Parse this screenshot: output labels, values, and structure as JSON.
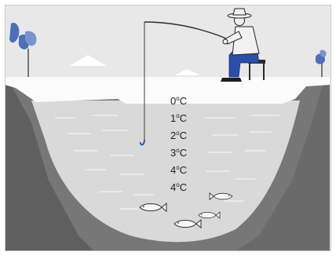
{
  "colors": {
    "sky": "#e8e8e8",
    "ice": "#fbfbfb",
    "water": "#d9d9d9",
    "earth": "#777777",
    "earth_dark": "#5f5f5f",
    "plant": "#4e6fb8",
    "coat": "#f1f1f1",
    "pants": "#2b4ea8",
    "hook": "#2b4ea8",
    "fish": "#f7f7f7"
  },
  "temperatures": [
    {
      "value": "0",
      "unit": "C",
      "degree_symbol": "o"
    },
    {
      "value": "1",
      "unit": "C",
      "degree_symbol": "o"
    },
    {
      "value": "2",
      "unit": "C",
      "degree_symbol": "o"
    },
    {
      "value": "3",
      "unit": "C",
      "degree_symbol": "o"
    },
    {
      "value": "4",
      "unit": "C",
      "degree_symbol": "o"
    },
    {
      "value": "4",
      "unit": "C",
      "degree_symbol": "o"
    }
  ]
}
